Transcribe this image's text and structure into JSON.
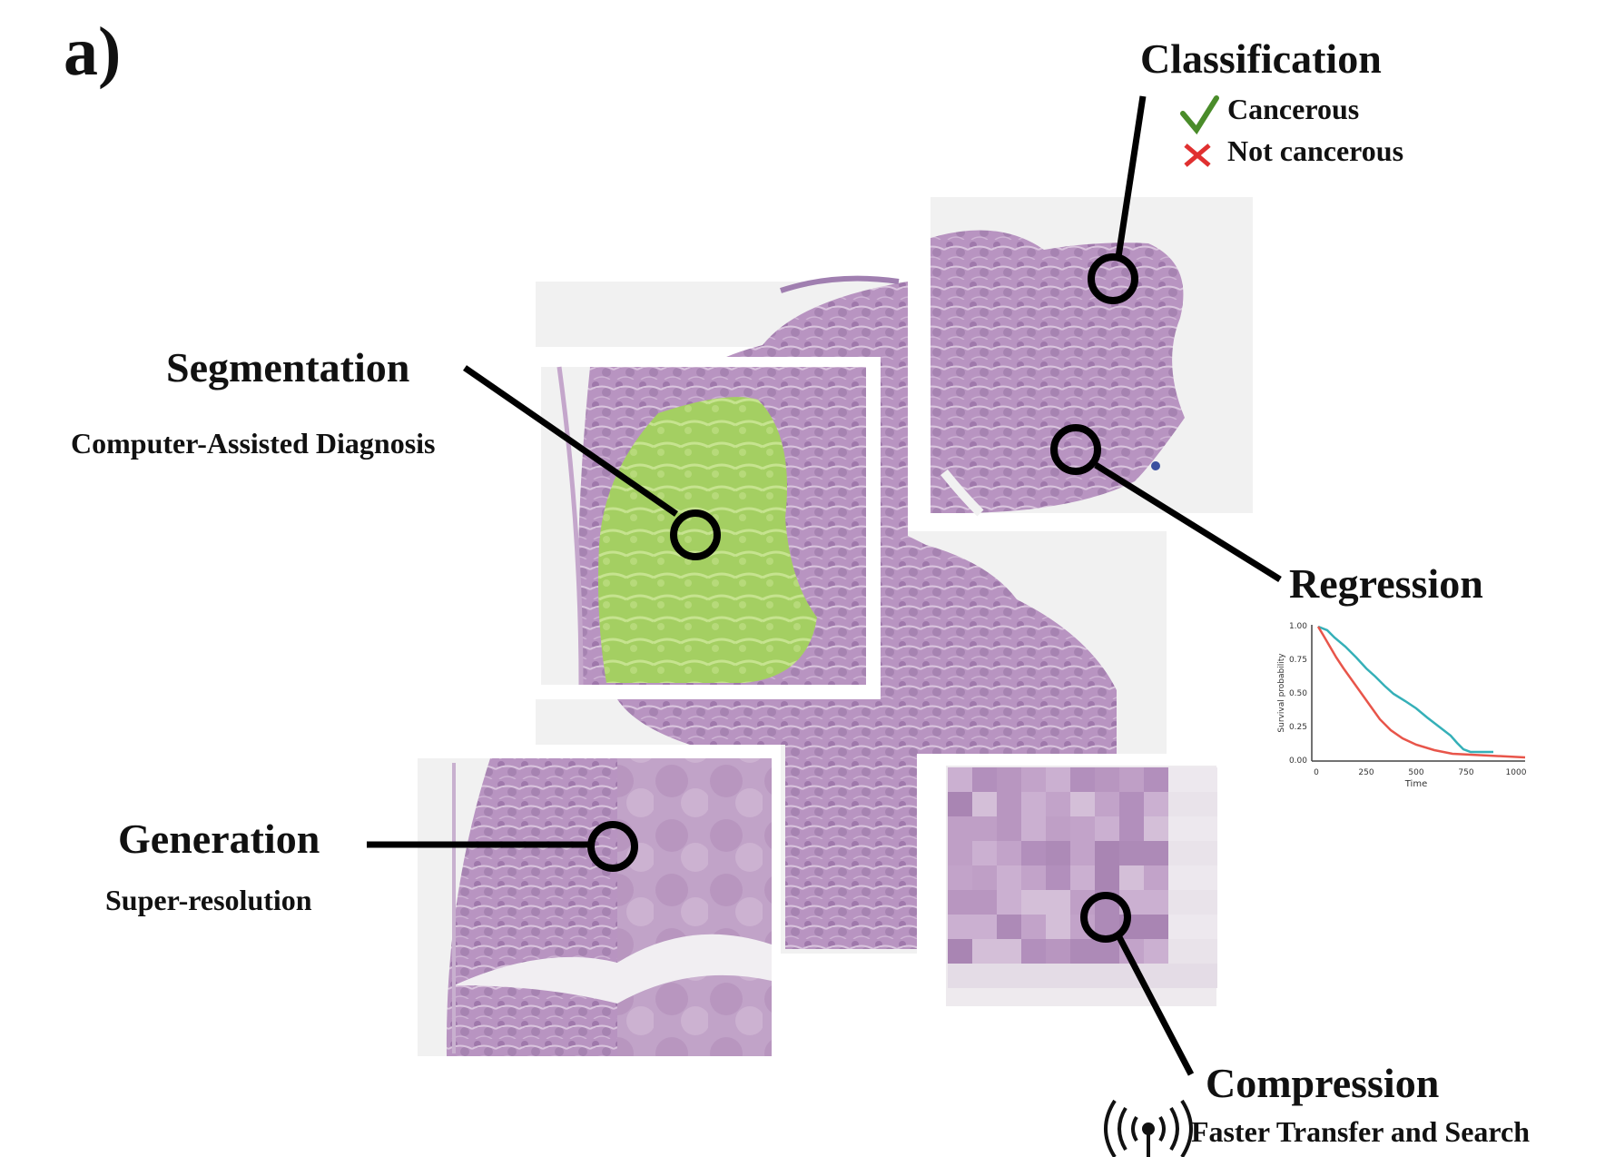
{
  "panel_label": "a)",
  "classification": {
    "title": "Classification",
    "legend": [
      {
        "label": "Cancerous",
        "icon": "check-icon",
        "color": "#4a8c2a"
      },
      {
        "label": "Not cancerous",
        "icon": "cross-icon",
        "color": "#e03030"
      }
    ]
  },
  "segmentation": {
    "title": "Segmentation",
    "subtitle": "Computer-Assisted Diagnosis"
  },
  "regression": {
    "title": "Regression",
    "plot": {
      "y_label": "Survival probability",
      "x_label": "Time",
      "y_ticks": [
        "1.00",
        "0.75",
        "0.50",
        "0.25",
        "0.00"
      ],
      "x_ticks": [
        "0",
        "250",
        "500",
        "750",
        "1000"
      ],
      "series_colors": [
        "#35b0b8",
        "#e8554a"
      ]
    }
  },
  "generation": {
    "title": "Generation",
    "subtitle": "Super-resolution"
  },
  "compression": {
    "title": "Compression",
    "subtitle": "Faster Transfer and Search",
    "icon": "antenna-signal-icon"
  },
  "colors": {
    "tissue": "#b48bbb",
    "tissue_dark": "#8e6a9c",
    "segmentation_mask": "#a6d35f"
  }
}
